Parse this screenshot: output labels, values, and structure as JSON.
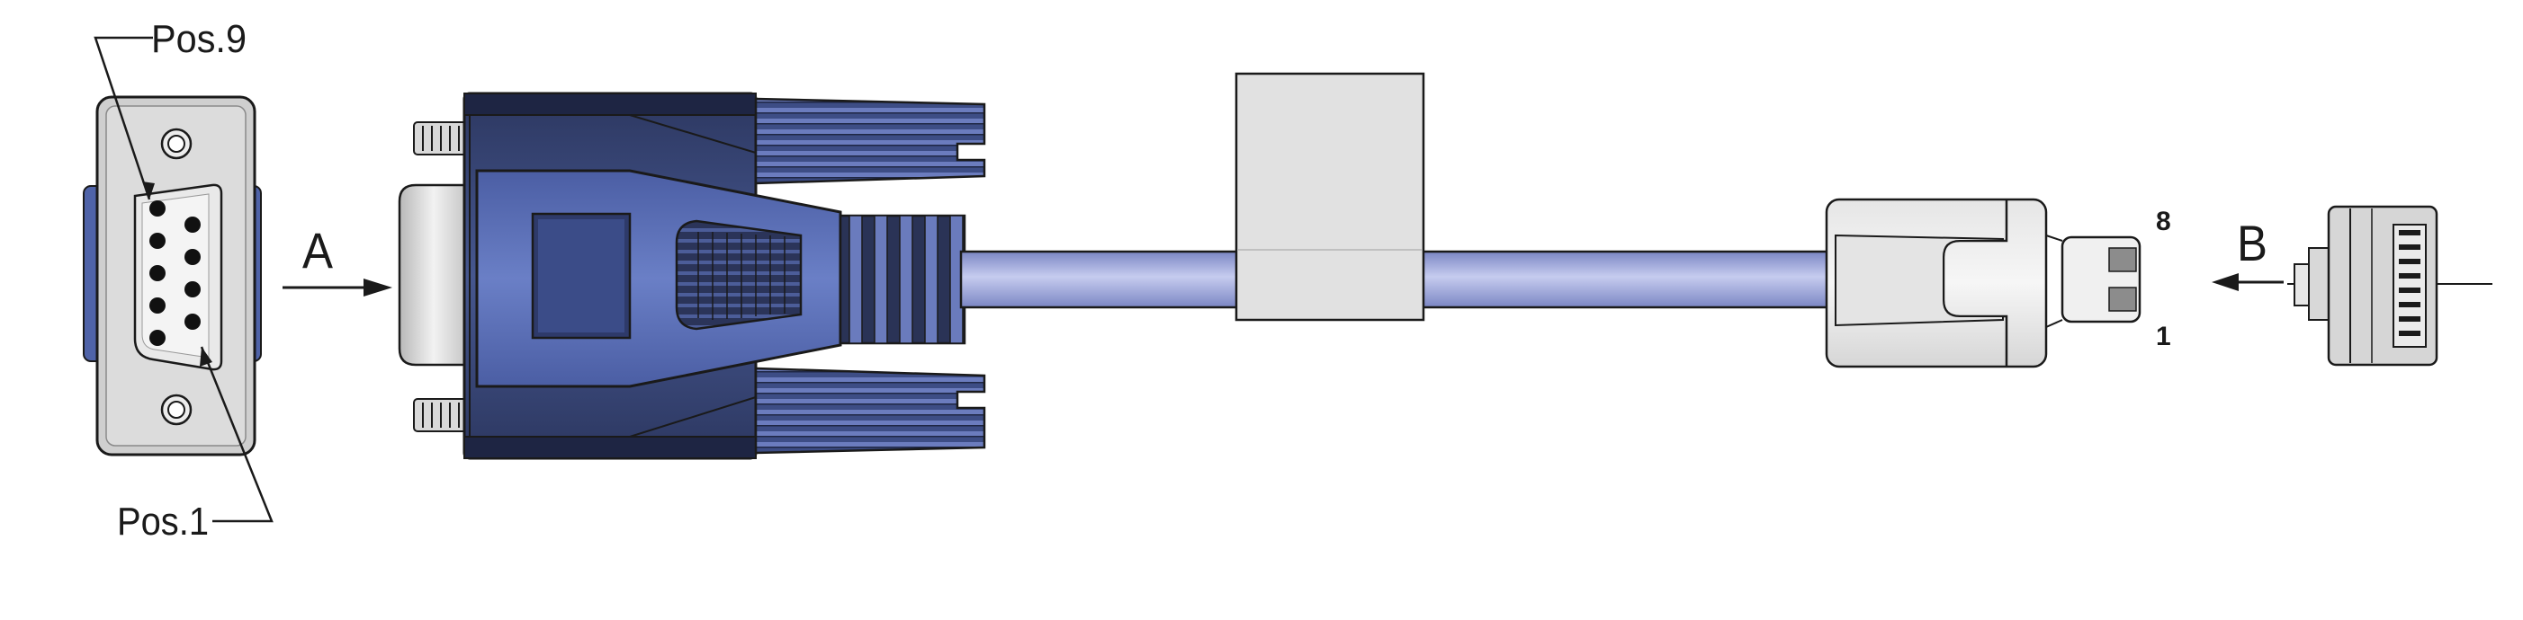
{
  "labels": {
    "pos9": "Pos.9",
    "pos1": "Pos.1",
    "view_a": "A",
    "view_b": "B",
    "pin_8": "8",
    "pin_1": "1"
  },
  "colors": {
    "navy_body": "#3b4a7c",
    "navy_dark": "#222a48",
    "navy_mid": "#4a5d94",
    "panel_blue": "#5a6fb5",
    "cable_light": "#a9b2e2",
    "cable_dark": "#7b86c4",
    "plate_grey": "#d4d4d4",
    "ferrite_grey": "#e0e0e0",
    "outline": "#1a1a1a"
  }
}
